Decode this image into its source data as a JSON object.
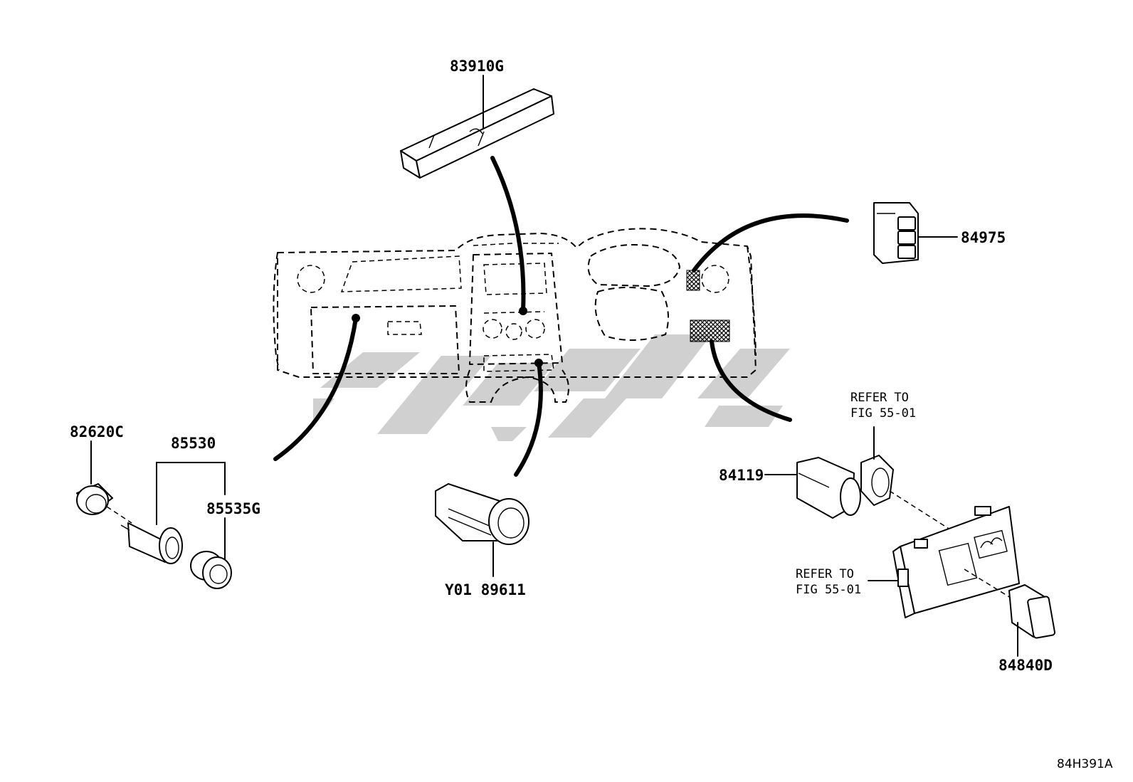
{
  "parts": {
    "p83910G": "83910G",
    "p84975": "84975",
    "p82620C": "82620C",
    "p85530": "85530",
    "p85535G": "85535G",
    "pY0189611": "Y01 89611",
    "p84119": "84119",
    "p84840D": "84840D"
  },
  "notes": {
    "refer_top_line1": "REFER TO",
    "refer_top_line2": "FIG 55-01",
    "refer_bottom_line1": "REFER TO",
    "refer_bottom_line2": "FIG 55-01"
  },
  "figure_id": "84H391A"
}
